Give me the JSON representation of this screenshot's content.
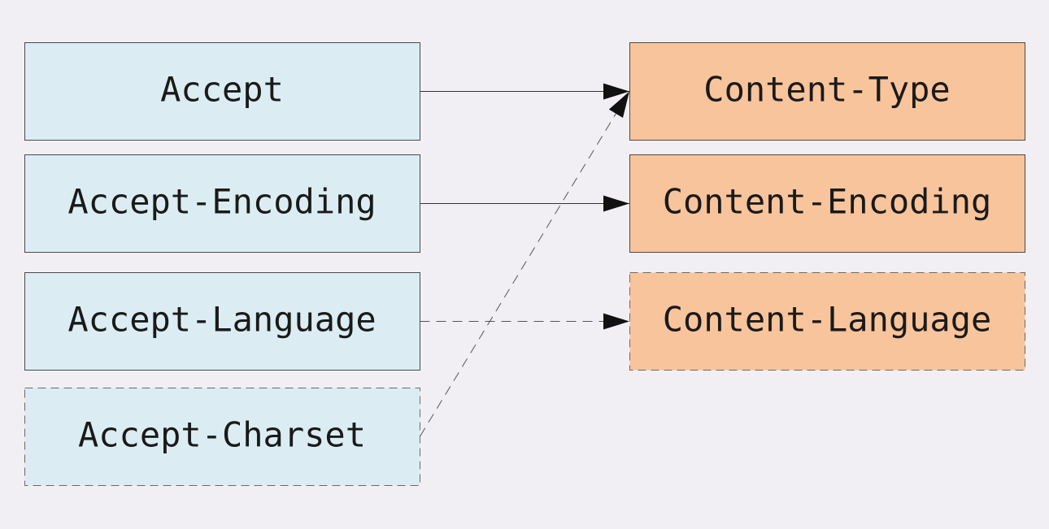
{
  "colors": {
    "background": "#f1eff4",
    "request_box_fill": "#dbedf3",
    "response_box_fill": "#f8c49c",
    "border": "#4a4a4a",
    "arrow": "#333333"
  },
  "request_headers": [
    {
      "id": "accept",
      "label": "Accept",
      "style": "solid"
    },
    {
      "id": "accept-encoding",
      "label": "Accept-Encoding",
      "style": "solid"
    },
    {
      "id": "accept-language",
      "label": "Accept-Language",
      "style": "solid"
    },
    {
      "id": "accept-charset",
      "label": "Accept-Charset",
      "style": "dashed"
    }
  ],
  "response_headers": [
    {
      "id": "content-type",
      "label": "Content-Type",
      "style": "solid"
    },
    {
      "id": "content-encoding",
      "label": "Content-Encoding",
      "style": "solid"
    },
    {
      "id": "content-language",
      "label": "Content-Language",
      "style": "dashed"
    }
  ],
  "edges": [
    {
      "from": "accept",
      "to": "content-type",
      "style": "solid"
    },
    {
      "from": "accept-encoding",
      "to": "content-encoding",
      "style": "solid"
    },
    {
      "from": "accept-language",
      "to": "content-language",
      "style": "dashed"
    },
    {
      "from": "accept-charset",
      "to": "content-type",
      "style": "dashed"
    }
  ]
}
